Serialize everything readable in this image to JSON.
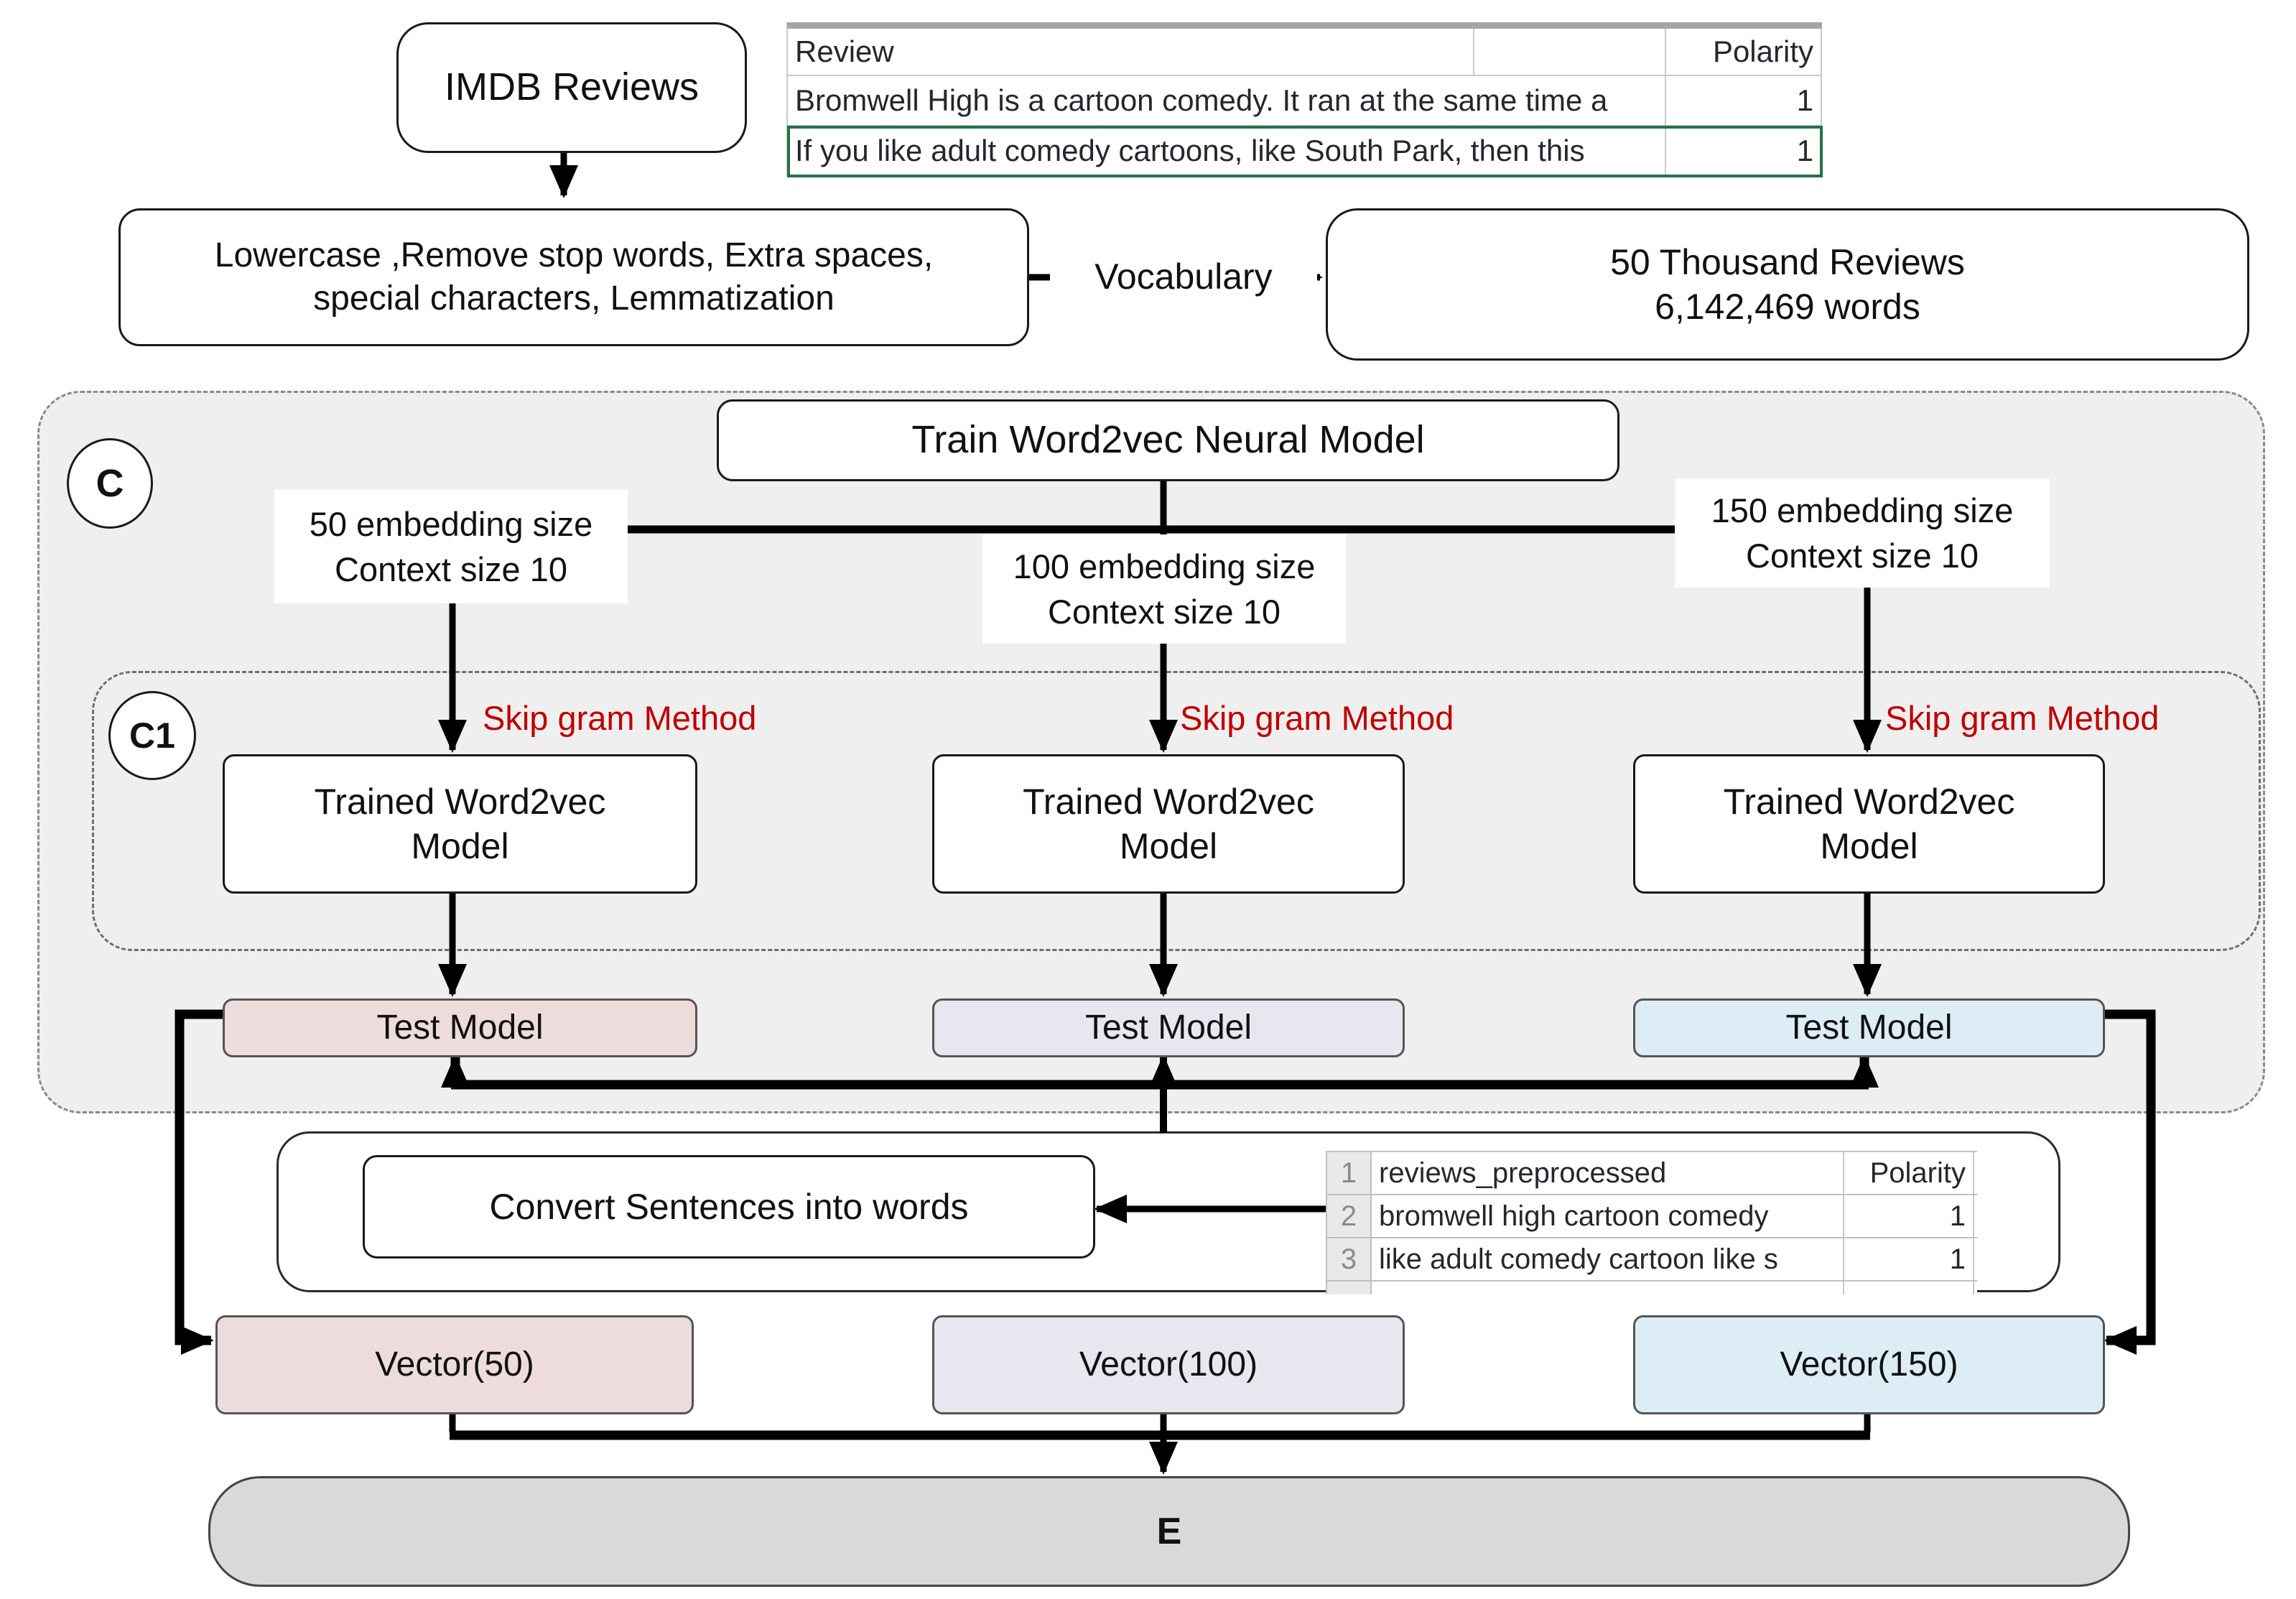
{
  "flow": {
    "imdb_label": "IMDB Reviews",
    "preprocess_line1": "Lowercase ,Remove stop words, Extra spaces,",
    "preprocess_line2": "special characters, Lemmatization",
    "vocabulary_label": "Vocabulary",
    "reviews_count_line1": "50 Thousand Reviews",
    "reviews_count_line2": "6,142,469 words",
    "train_label": "Train Word2vec Neural Model",
    "convert_label": "Convert Sentences into words",
    "output_label": "E"
  },
  "containers": {
    "c_label": "C",
    "c1_label": "C1"
  },
  "branches": [
    {
      "size_line1": "50 embedding size",
      "size_line2": "Context size 10",
      "method": "Skip gram Method",
      "trained_line1": "Trained Word2vec",
      "trained_line2": "Model",
      "test_label": "Test Model",
      "vector_label": "Vector(50)"
    },
    {
      "size_line1": "100 embedding size",
      "size_line2": "Context size 10",
      "method": "Skip gram Method",
      "trained_line1": "Trained Word2vec",
      "trained_line2": "Model",
      "test_label": "Test Model",
      "vector_label": "Vector(100)"
    },
    {
      "size_line1": "150 embedding size",
      "size_line2": "Context size 10",
      "method": "Skip gram Method",
      "trained_line1": "Trained Word2vec",
      "trained_line2": "Model",
      "test_label": "Test Model",
      "vector_label": "Vector(150)"
    }
  ],
  "review_table": {
    "header": {
      "review": "Review",
      "polarity": "Polarity"
    },
    "rows": [
      {
        "text": "Bromwell High is a cartoon comedy. It ran at the same time a",
        "polarity": "1"
      },
      {
        "text": "If you like adult comedy cartoons, like South Park, then this",
        "polarity": "1"
      }
    ]
  },
  "preprocessed_table": {
    "header_row": {
      "num": "1",
      "text": "reviews_preprocessed",
      "polarity": "Polarity"
    },
    "rows": [
      {
        "num": "2",
        "text": "bromwell high cartoon comedy",
        "polarity": "1"
      },
      {
        "num": "3",
        "text": "like adult comedy cartoon like s",
        "polarity": "1"
      }
    ]
  },
  "colors": {
    "branch_50": "#eedcdc",
    "branch_100": "#e8e6ef",
    "branch_150": "#ddedf5",
    "method_red": "#c00000",
    "output_gray": "#d9d9d9",
    "container_gray": "#f0efef",
    "excel_selection_green": "#217346"
  }
}
